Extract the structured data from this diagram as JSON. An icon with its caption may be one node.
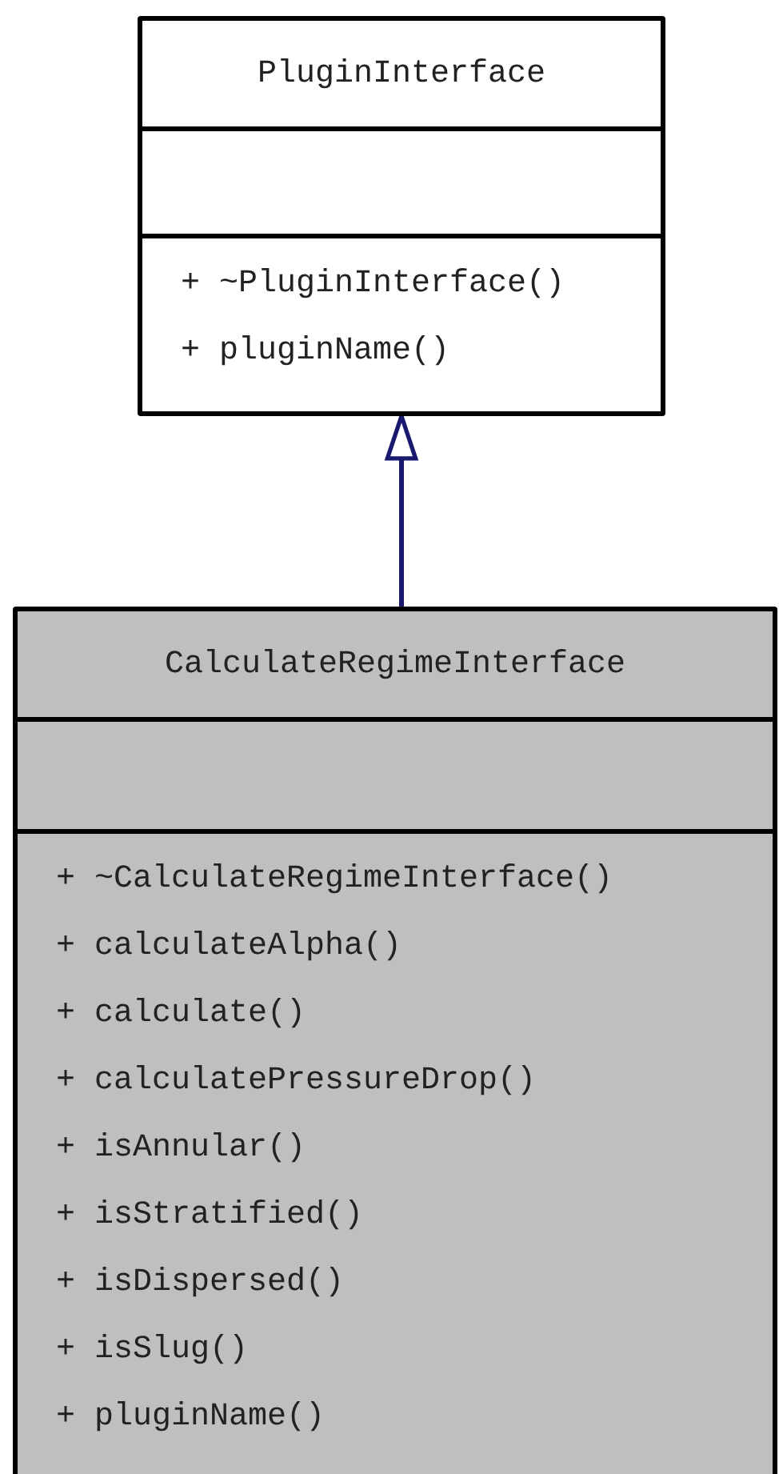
{
  "diagram": {
    "nodes": [
      {
        "text": [
          "PluginInterface",
          "+ ~PluginInterface()",
          "+ pluginName()"
        ]
      },
      {
        "text": [
          "CalculateRegimeInterface",
          "+ ~CalculateRegimeInterface()",
          "+ calculateAlpha()",
          "+ calculate()",
          "+ calculatePressureDrop()",
          "+ isAnnular()",
          "+ isStratified()",
          "+ isDispersed()",
          "+ isSlug()",
          "+ pluginName()"
        ]
      }
    ],
    "edges": [
      {
        "from": 1,
        "to": 0,
        "arrow": "to",
        "color": "#191970"
      }
    ]
  }
}
